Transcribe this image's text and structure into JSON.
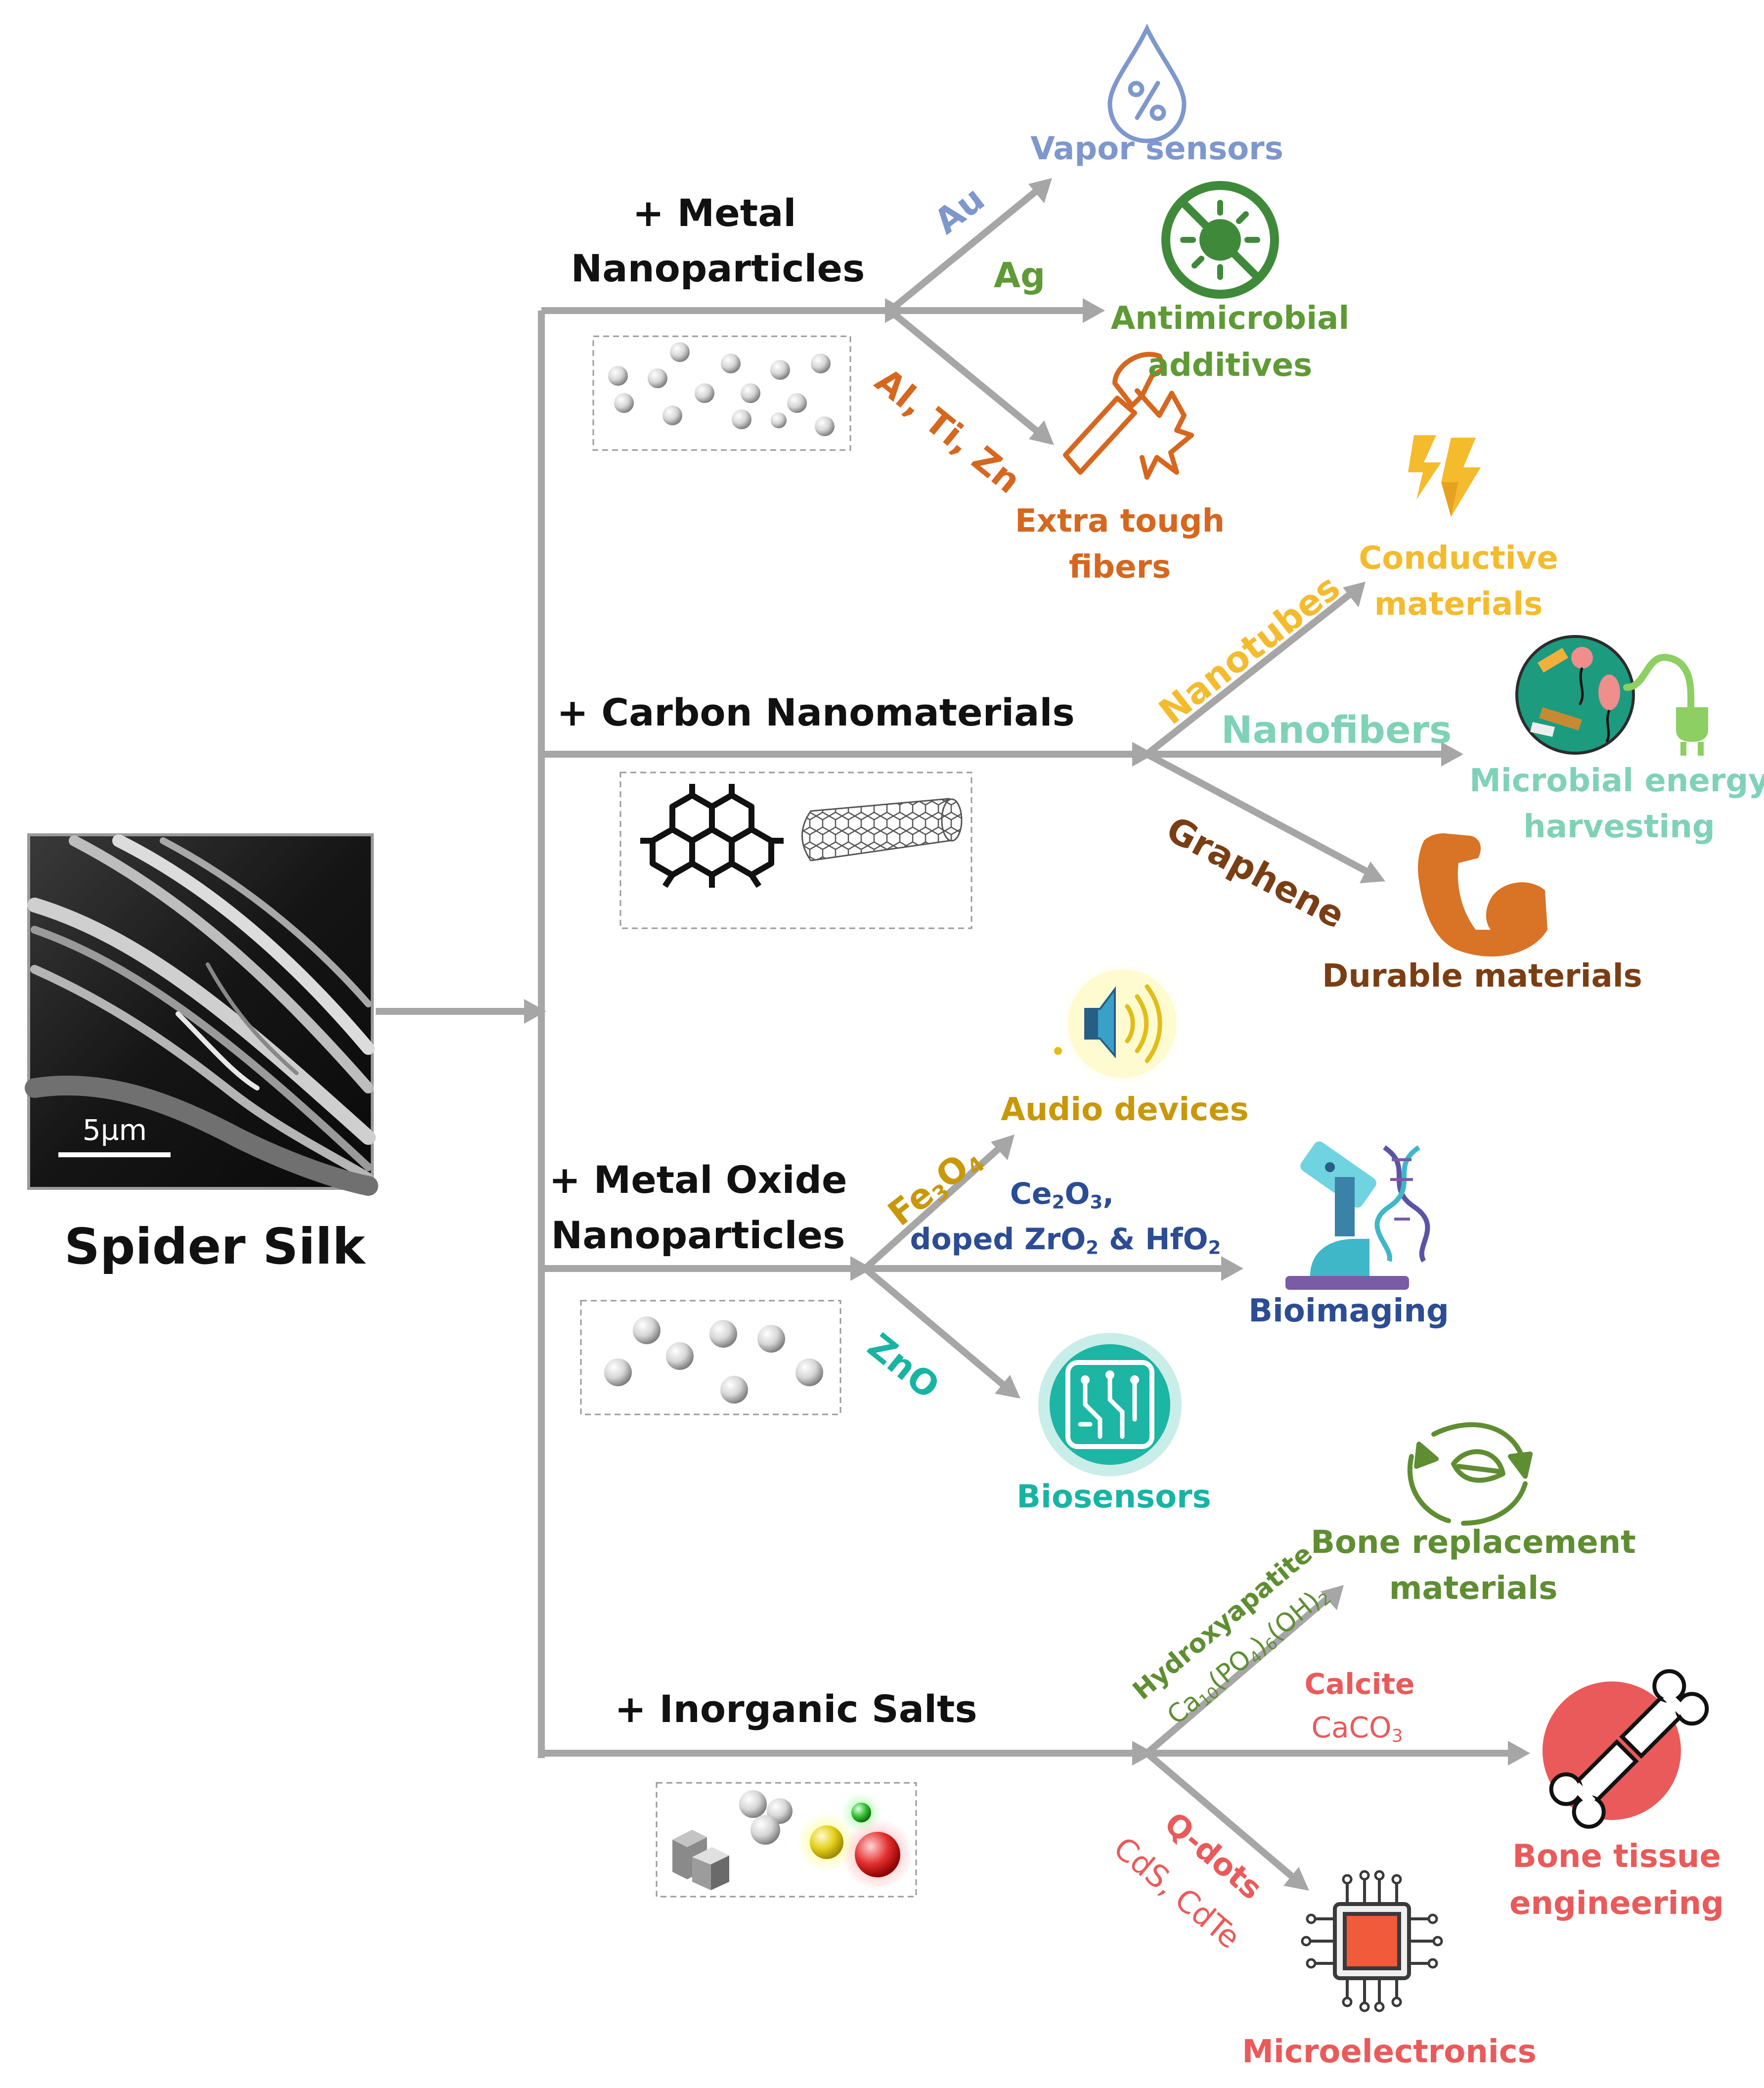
{
  "sem_image": {
    "scale_label": "5µm"
  },
  "title": "Spider Silk",
  "branches": {
    "metal": {
      "label_line1": "+ Metal",
      "label_line2": "Nanoparticles",
      "routes": {
        "au": {
          "label": "Au",
          "color": "#7e97cc",
          "app": "Vapor sensors",
          "icon": "water-drop-percent-icon"
        },
        "ag": {
          "label": "Ag",
          "color": "#5e9a35",
          "app_line1": "Antimicrobial",
          "app_line2": "additives",
          "icon": "antimicrobial-virus-icon"
        },
        "al": {
          "label": "Al, Ti, Zn",
          "color": "#d5671f",
          "app_line1": "Extra tough",
          "app_line2": "fibers",
          "icon": "hammer-impact-icon"
        }
      }
    },
    "carbon": {
      "label": "+ Carbon Nanomaterials",
      "routes": {
        "nanotubes": {
          "label": "Nanotubes",
          "color": "#f4bb2d",
          "app_line1": "Conductive",
          "app_line2": "materials",
          "icon": "lightning-bolt-icon"
        },
        "nanofibers": {
          "label": "Nanofibers",
          "color": "#7fd2b7",
          "app_line1": "Microbial energy",
          "app_line2": "harvesting",
          "icon": "microbial-cell-plug-icon"
        },
        "graphene": {
          "label": "Graphene",
          "color": "#7a3e14",
          "app": "Durable materials",
          "icon": "flexed-arm-icon"
        }
      }
    },
    "oxide": {
      "label_line1": "+ Metal Oxide",
      "label_line2": "Nanoparticles",
      "routes": {
        "fe": {
          "label_a": "Fe",
          "label_sub1": "3",
          "label_b": "O",
          "label_sub2": "4",
          "color": "#c9980a",
          "app": "Audio devices",
          "icon": "speaker-icon"
        },
        "ce": {
          "line1_a": "Ce",
          "line1_sub1": "2",
          "line1_b": "O",
          "line1_sub2": "3",
          "line1_c": ",",
          "line2_a": "doped ZrO",
          "line2_sub1": "2",
          "line2_b": " & HfO",
          "line2_sub2": "2",
          "color": "#2c4c94",
          "app": "Bioimaging",
          "icon": "microscope-dna-icon"
        },
        "zn": {
          "label": "ZnO",
          "color": "#18b4a3",
          "app": "Biosensors",
          "icon": "circuit-board-icon"
        }
      }
    },
    "salts": {
      "label": "+ Inorganic Salts",
      "routes": {
        "hydroxy": {
          "label1": "Hydroxyapatite",
          "l2a": "Ca",
          "l2s1": "10",
          "l2b": "(PO",
          "l2s2": "4",
          "l2c": ")",
          "l2s3": "6",
          "l2d": "(OH)",
          "l2s4": "2",
          "color": "#5f8e32",
          "app_line1": "Bone replacement",
          "app_line2": "materials",
          "icon": "recycle-leaf-icon"
        },
        "calcite": {
          "label1": "Calcite",
          "label2_a": "CaCO",
          "label2_sub": "3",
          "color": "#ea5a5a",
          "app_line1": "Bone tissue",
          "app_line2": "engineering",
          "icon": "broken-bone-icon"
        },
        "qdots": {
          "label1": "Q-dots",
          "label2": "CdS, CdTe",
          "color": "#ea5a5a",
          "app": "Microelectronics",
          "icon": "microchip-icon"
        }
      }
    }
  }
}
